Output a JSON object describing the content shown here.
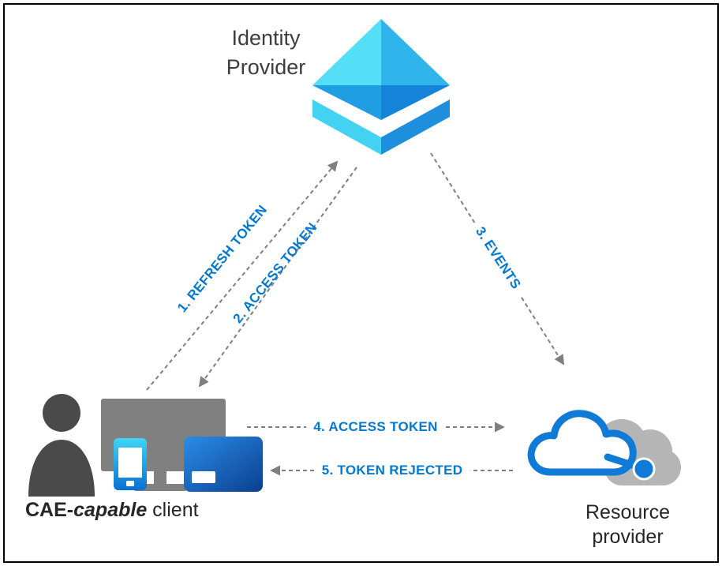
{
  "identity_provider": {
    "line1": "Identity",
    "line2": "Provider",
    "icon": "azure-pyramid-icon"
  },
  "client": {
    "bold": "CAE",
    "italic": "-capable",
    "rest": " client",
    "icon": "user-with-devices-icon"
  },
  "resource_provider": {
    "line1": "Resource",
    "line2": "provider",
    "icon": "cloud-connector-icon"
  },
  "arrows": {
    "a1": "1. REFRESH TOKEN",
    "a2": "2. ACCESS TOKEN",
    "a3": "3. EVENTS",
    "a4": "4. ACCESS TOKEN",
    "a5": "5. TOKEN REJECTED"
  },
  "colors": {
    "accent_blue": "#0078d4",
    "arrow_gray": "#7f7f7f",
    "person_gray": "#4a4a4a",
    "monitor_gray": "#808080",
    "cloud_gray": "#b5b5b5",
    "cloud_outline_blue": "#0f7bd7",
    "pyramid": {
      "top_left": "#54dff6",
      "top_right": "#2fb4ec",
      "bottom_left": "#1f9ee4",
      "bottom_right": "#1583d7",
      "chevron_left": "#44d2f3",
      "chevron_right": "#1e8fdc"
    }
  }
}
